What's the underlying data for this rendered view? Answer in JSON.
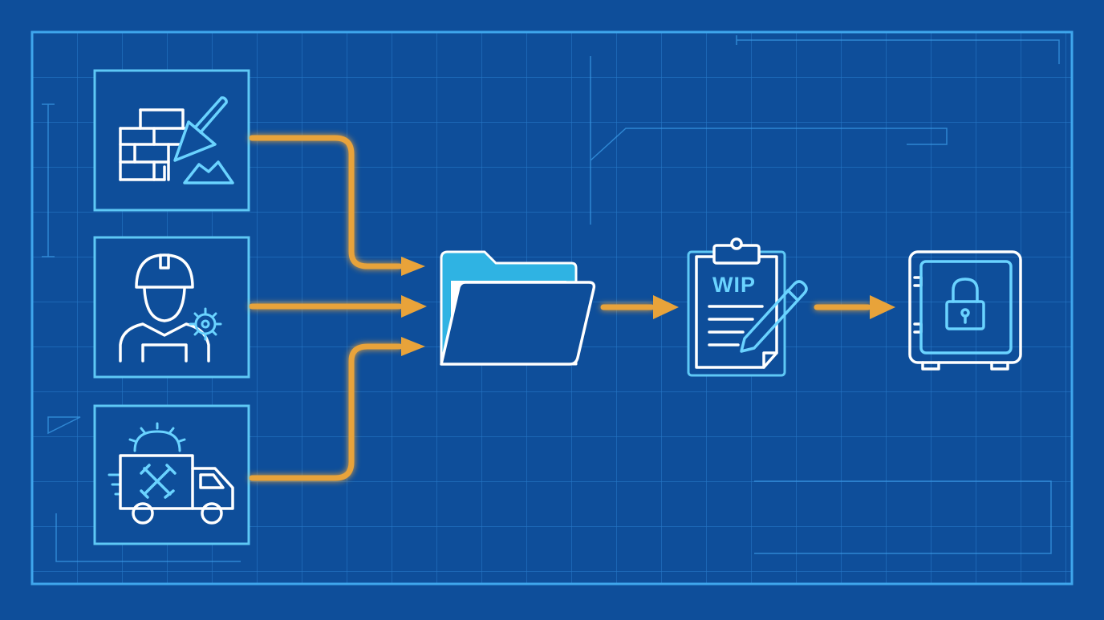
{
  "diagram": {
    "inputs": [
      {
        "id": "materials",
        "icon": "brick-wall-trowel-icon"
      },
      {
        "id": "labor",
        "icon": "construction-worker-icon"
      },
      {
        "id": "equipment",
        "icon": "service-truck-icon"
      }
    ],
    "collector": {
      "icon": "open-folder-icon"
    },
    "wip": {
      "icon": "clipboard-pencil-icon",
      "label": "WIP"
    },
    "output": {
      "icon": "locked-safe-icon"
    },
    "colors": {
      "background": "#0e4e9a",
      "grid": "#2a7fd0",
      "frame": "#5ec8f5",
      "icon": "#ffffff",
      "icon_accent": "#6ad3ff",
      "arrow": "#e8a33a"
    }
  }
}
